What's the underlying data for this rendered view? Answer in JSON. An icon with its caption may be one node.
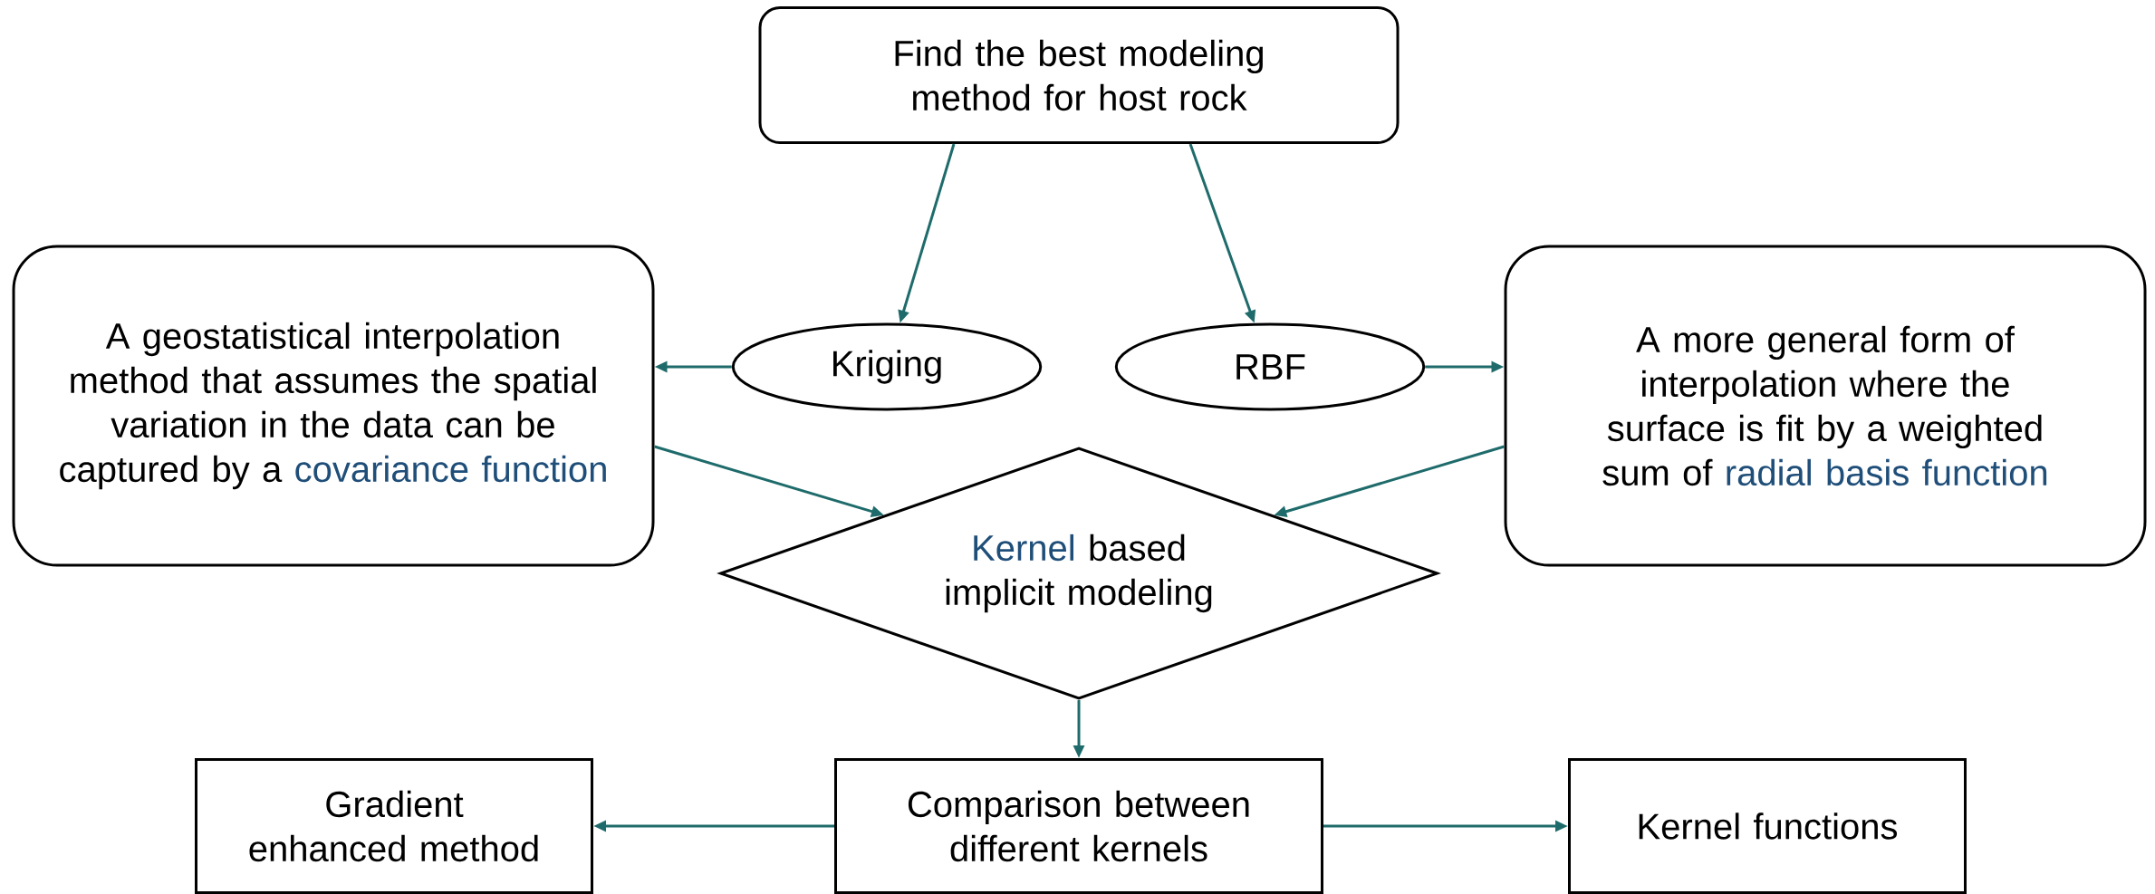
{
  "diagram": {
    "nodes": [
      {
        "text": [
          "Find the best modeling method for host rock"
        ]
      },
      {
        "text": [
          "Kriging"
        ]
      },
      {
        "text": [
          "RBF"
        ]
      },
      {
        "text": [
          "A geostatistical interpolation method that assumes the spatial variation in the data can be captured by a",
          "covariance function"
        ]
      },
      {
        "text": [
          "A more general form of interpolation where the surface is fit by a weighted sum of",
          "radial basis function"
        ]
      },
      {
        "text": [
          "Kernel",
          "based implicit modeling"
        ]
      },
      {
        "text": [
          "Comparison between different kernels"
        ]
      },
      {
        "text": [
          "Gradient enhanced method"
        ]
      },
      {
        "text": [
          "Kernel functions"
        ]
      }
    ],
    "edges": [
      {
        "from": 0,
        "to": 1,
        "arrow": "to"
      },
      {
        "from": 0,
        "to": 2,
        "arrow": "to"
      },
      {
        "from": 1,
        "to": 3,
        "arrow": "to"
      },
      {
        "from": 2,
        "to": 4,
        "arrow": "to"
      },
      {
        "from": 3,
        "to": 5,
        "arrow": "to"
      },
      {
        "from": 4,
        "to": 5,
        "arrow": "to"
      },
      {
        "from": 5,
        "to": 6,
        "arrow": "to"
      },
      {
        "from": 6,
        "to": 7,
        "arrow": "to"
      },
      {
        "from": 6,
        "to": 8,
        "arrow": "to"
      }
    ]
  }
}
